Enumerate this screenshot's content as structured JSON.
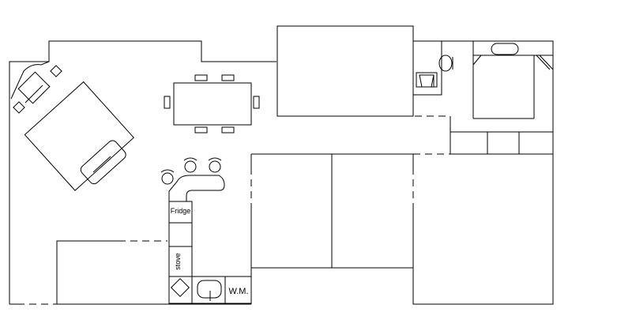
{
  "labels": {
    "fridge": "Fridge",
    "stove": "stove",
    "washing_machine": "W.M."
  },
  "colors": {
    "line": "#000000",
    "background": "#ffffff"
  }
}
